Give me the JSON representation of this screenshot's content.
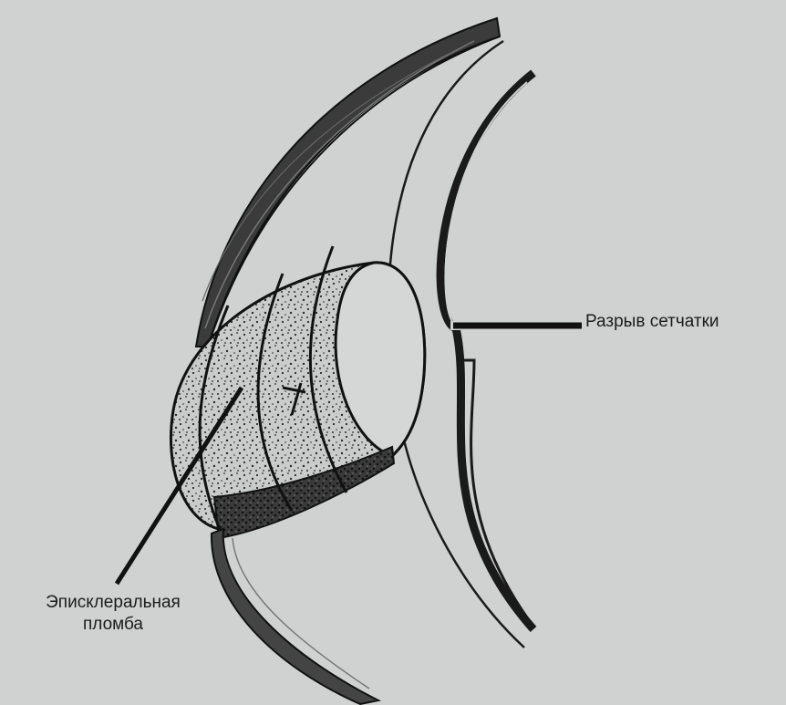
{
  "labels": {
    "retinal_tear": "Разрыв сетчатки",
    "episcleral_buckle_line1": "Эписклеральная",
    "episcleral_buckle_line2": "пломба"
  },
  "colors": {
    "background": "#cfd2d0",
    "ink": "#1c1c1c"
  }
}
